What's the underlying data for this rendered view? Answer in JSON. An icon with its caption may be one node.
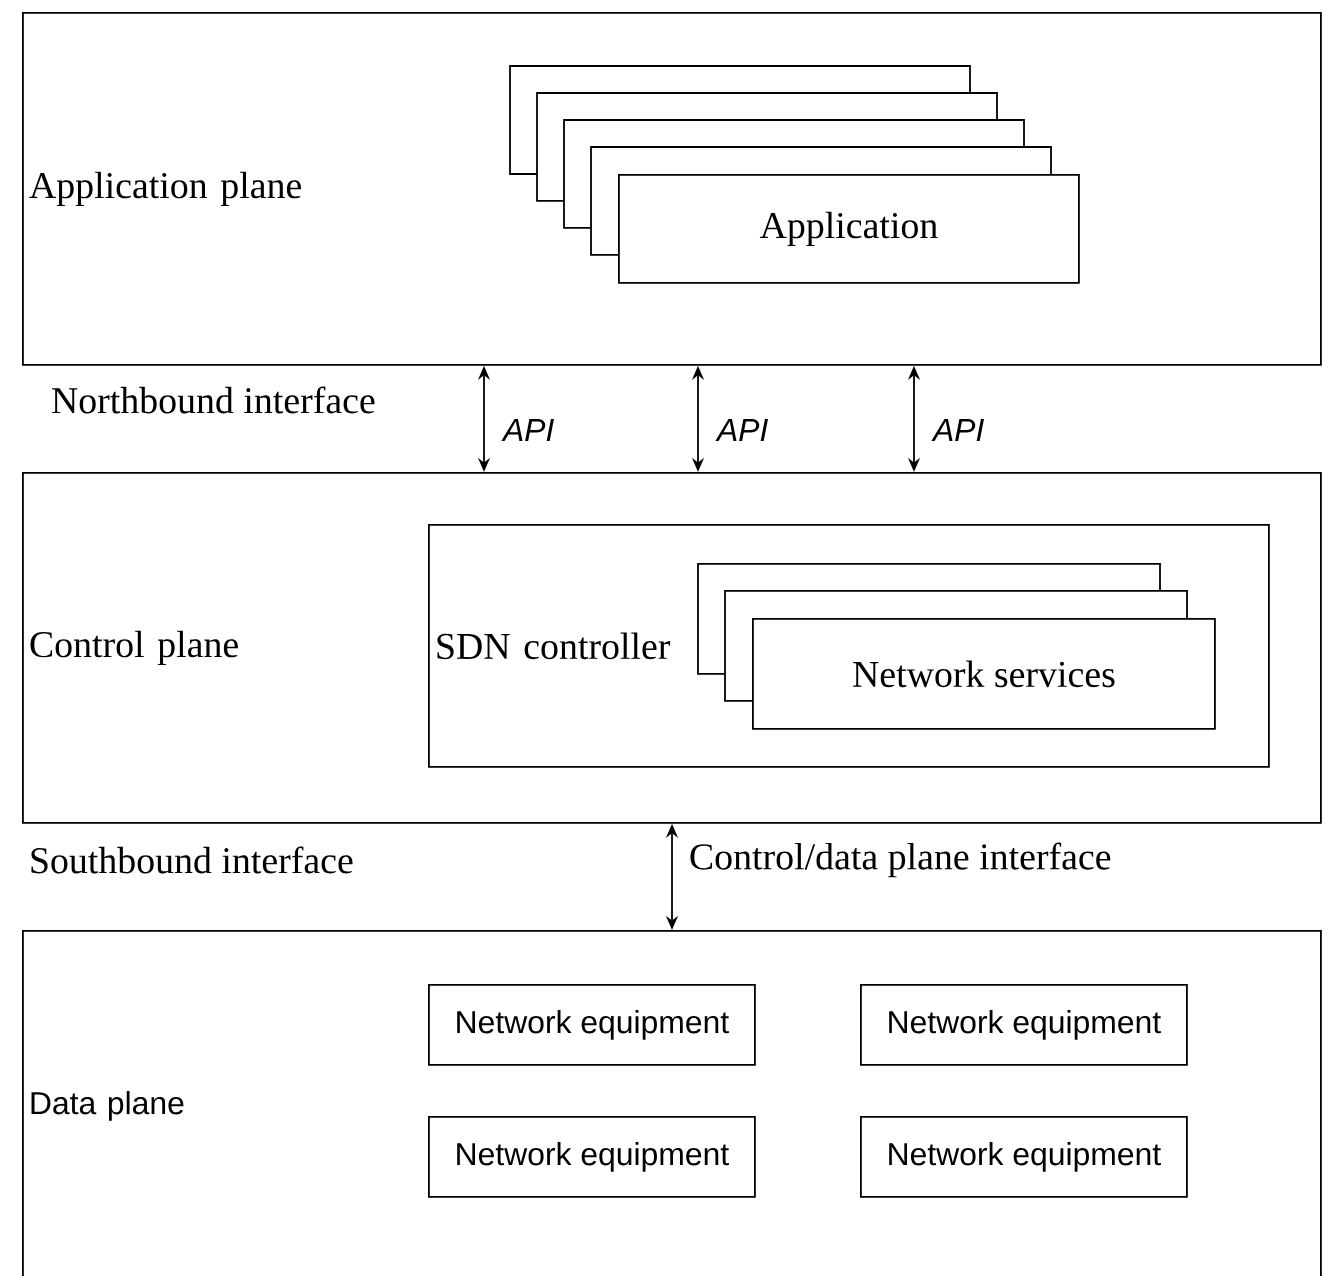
{
  "diagram": {
    "nodes": [
      {
        "text": [
          "Application plane"
        ]
      },
      {
        "text": [
          "Application"
        ],
        "in": 0
      },
      {
        "text": [
          "Control plane"
        ]
      },
      {
        "text": [
          "SDN controller"
        ],
        "in": 2
      },
      {
        "text": [
          "Network services"
        ],
        "in": 3
      },
      {
        "text": [
          "Data plane"
        ]
      },
      {
        "text": [
          "Network equipment"
        ],
        "in": 5
      },
      {
        "text": [
          "Network equipment"
        ],
        "in": 5
      },
      {
        "text": [
          "Network equipment"
        ],
        "in": 5
      },
      {
        "text": [
          "Network equipment"
        ],
        "in": 5
      }
    ],
    "edges": [
      {
        "from": 0,
        "to": 2,
        "arrow": "both",
        "label": "API"
      },
      {
        "from": 0,
        "to": 2,
        "arrow": "both",
        "label": "API"
      },
      {
        "from": 0,
        "to": 2,
        "arrow": "both",
        "label": "API"
      },
      {
        "from": 2,
        "to": 5,
        "arrow": "both",
        "label": "Control/data plane interface"
      }
    ],
    "labels": [
      "Northbound interface",
      "Southbound interface"
    ]
  }
}
